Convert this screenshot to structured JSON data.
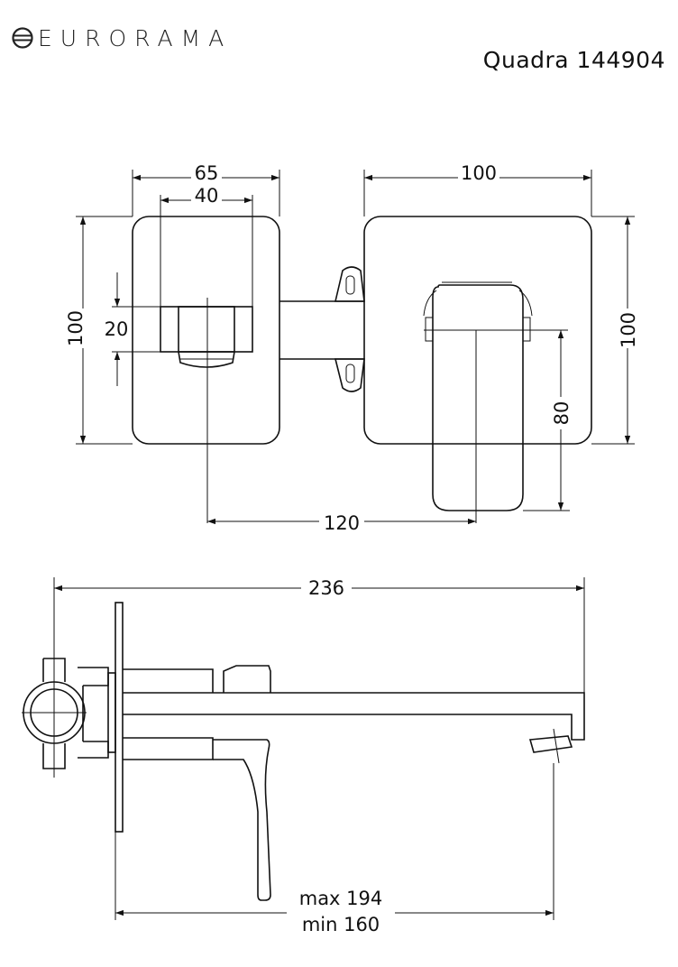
{
  "brand": {
    "logo_icon": "eurorama-logo-icon",
    "name": "EURORAMA"
  },
  "model": {
    "title": "Quadra 144904"
  },
  "front_view": {
    "dim_plate_left_width": "65",
    "dim_outlet_width": "40",
    "dim_plate_height_left": "100",
    "dim_outlet_height": "20",
    "dim_plate_right_width": "100",
    "dim_plate_height_right": "100",
    "dim_handle_height": "80",
    "dim_center_distance": "120"
  },
  "side_view": {
    "dim_total_length": "236",
    "dim_depth_max": "max 194",
    "dim_depth_min": "min 160"
  }
}
